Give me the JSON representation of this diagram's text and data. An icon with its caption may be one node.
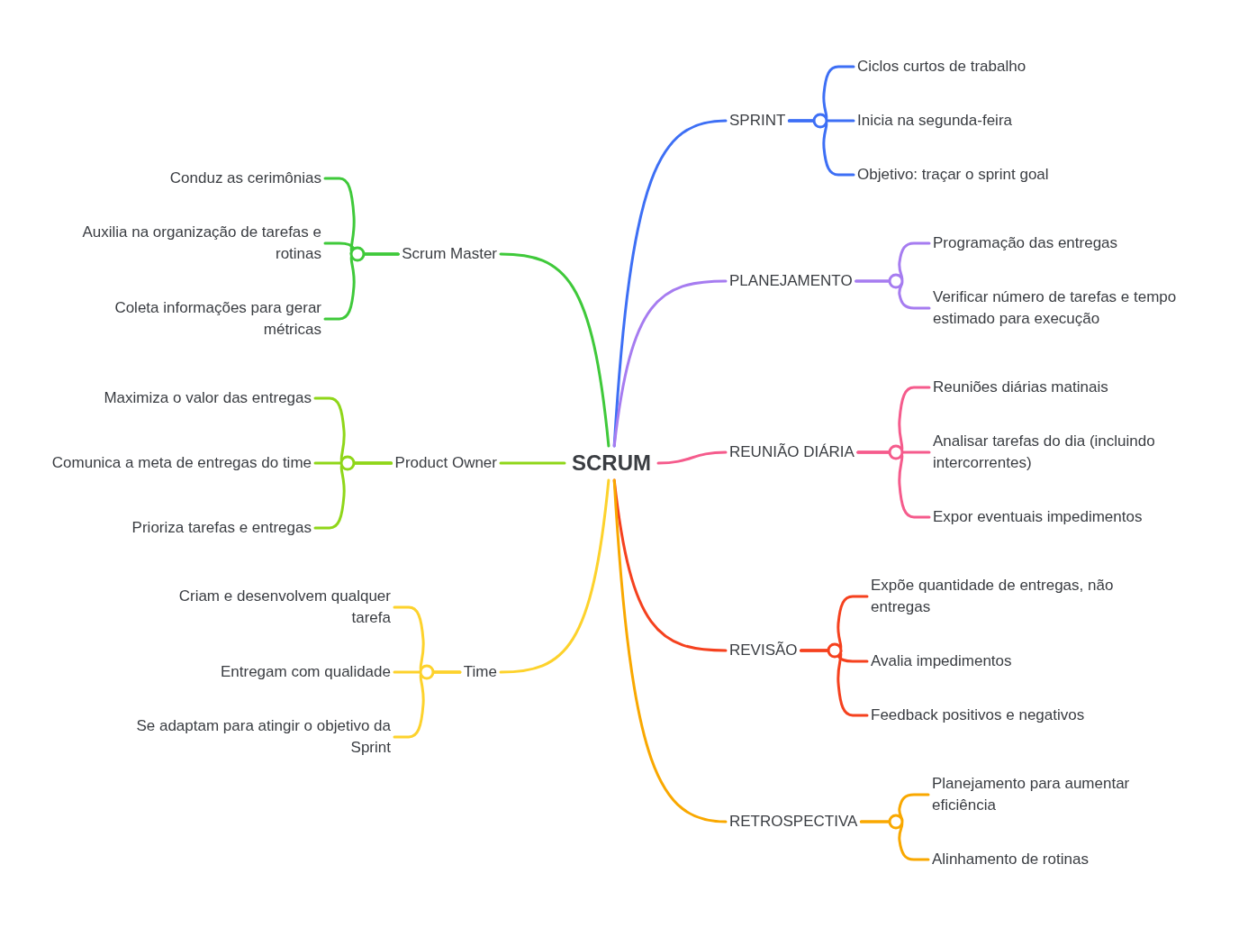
{
  "diagram": {
    "nodes": [
      {
        "text": [
          "SCRUM"
        ]
      },
      {
        "text": [
          "Scrum Master"
        ]
      },
      {
        "text": [
          "Conduz as cerimônias"
        ]
      },
      {
        "text": [
          "Auxilia na organização de tarefas e rotinas"
        ]
      },
      {
        "text": [
          "Coleta informações para gerar métricas"
        ]
      },
      {
        "text": [
          "Product Owner"
        ]
      },
      {
        "text": [
          "Maximiza o valor das entregas"
        ]
      },
      {
        "text": [
          "Comunica a meta de entregas do time"
        ]
      },
      {
        "text": [
          "Prioriza tarefas e entregas"
        ]
      },
      {
        "text": [
          "Time"
        ]
      },
      {
        "text": [
          "Criam e desenvolvem qualquer tarefa"
        ]
      },
      {
        "text": [
          "Entregam com qualidade"
        ]
      },
      {
        "text": [
          "Se adaptam para atingir o objetivo da Sprint"
        ]
      },
      {
        "text": [
          "SPRINT"
        ]
      },
      {
        "text": [
          "Ciclos curtos de trabalho"
        ]
      },
      {
        "text": [
          "Inicia na segunda-feira"
        ]
      },
      {
        "text": [
          "Objetivo: traçar o sprint goal"
        ]
      },
      {
        "text": [
          "PLANEJAMENTO"
        ]
      },
      {
        "text": [
          "Programação das entregas"
        ]
      },
      {
        "text": [
          "Verificar número de tarefas e tempo estimado para execução"
        ]
      },
      {
        "text": [
          "REUNIÃO DIÁRIA"
        ]
      },
      {
        "text": [
          "Reuniões diárias matinais"
        ]
      },
      {
        "text": [
          "Analisar tarefas do dia (incluindo intercorrentes)"
        ]
      },
      {
        "text": [
          "Expor eventuais impedimentos"
        ]
      },
      {
        "text": [
          "REVISÃO"
        ]
      },
      {
        "text": [
          "Expõe quantidade de entregas, não entregas"
        ]
      },
      {
        "text": [
          "Avalia impedimentos"
        ]
      },
      {
        "text": [
          "Feedback positivos e negativos"
        ]
      },
      {
        "text": [
          "RETROSPECTIVA"
        ]
      },
      {
        "text": [
          "Planejamento para aumentar eficiência"
        ]
      },
      {
        "text": [
          "Alinhamento de rotinas"
        ]
      }
    ],
    "edges": [
      {
        "from": 0,
        "to": 1,
        "arrow": "none",
        "color": "#3fc93a"
      },
      {
        "from": 1,
        "to": 2,
        "arrow": "none",
        "color": "#3fc93a"
      },
      {
        "from": 1,
        "to": 3,
        "arrow": "none",
        "color": "#3fc93a"
      },
      {
        "from": 1,
        "to": 4,
        "arrow": "none",
        "color": "#3fc93a"
      },
      {
        "from": 0,
        "to": 5,
        "arrow": "none",
        "color": "#8fd619"
      },
      {
        "from": 5,
        "to": 6,
        "arrow": "none",
        "color": "#8fd619"
      },
      {
        "from": 5,
        "to": 7,
        "arrow": "none",
        "color": "#8fd619"
      },
      {
        "from": 5,
        "to": 8,
        "arrow": "none",
        "color": "#8fd619"
      },
      {
        "from": 0,
        "to": 9,
        "arrow": "none",
        "color": "#fdd22c"
      },
      {
        "from": 9,
        "to": 10,
        "arrow": "none",
        "color": "#fdd22c"
      },
      {
        "from": 9,
        "to": 11,
        "arrow": "none",
        "color": "#fdd22c"
      },
      {
        "from": 9,
        "to": 12,
        "arrow": "none",
        "color": "#fdd22c"
      },
      {
        "from": 0,
        "to": 13,
        "arrow": "none",
        "color": "#3d6ff5"
      },
      {
        "from": 13,
        "to": 14,
        "arrow": "none",
        "color": "#3d6ff5"
      },
      {
        "from": 13,
        "to": 15,
        "arrow": "none",
        "color": "#3d6ff5"
      },
      {
        "from": 13,
        "to": 16,
        "arrow": "none",
        "color": "#3d6ff5"
      },
      {
        "from": 0,
        "to": 17,
        "arrow": "none",
        "color": "#a67cf0"
      },
      {
        "from": 17,
        "to": 18,
        "arrow": "none",
        "color": "#a67cf0"
      },
      {
        "from": 17,
        "to": 19,
        "arrow": "none",
        "color": "#a67cf0"
      },
      {
        "from": 0,
        "to": 20,
        "arrow": "none",
        "color": "#f55b8c"
      },
      {
        "from": 20,
        "to": 21,
        "arrow": "none",
        "color": "#f55b8c"
      },
      {
        "from": 20,
        "to": 22,
        "arrow": "none",
        "color": "#f55b8c"
      },
      {
        "from": 20,
        "to": 23,
        "arrow": "none",
        "color": "#f55b8c"
      },
      {
        "from": 0,
        "to": 24,
        "arrow": "none",
        "color": "#f5411e"
      },
      {
        "from": 24,
        "to": 25,
        "arrow": "none",
        "color": "#f5411e"
      },
      {
        "from": 24,
        "to": 26,
        "arrow": "none",
        "color": "#f5411e"
      },
      {
        "from": 24,
        "to": 27,
        "arrow": "none",
        "color": "#f5411e"
      },
      {
        "from": 0,
        "to": 28,
        "arrow": "none",
        "color": "#f9a800"
      },
      {
        "from": 28,
        "to": 29,
        "arrow": "none",
        "color": "#f9a800"
      },
      {
        "from": 28,
        "to": 30,
        "arrow": "none",
        "color": "#f9a800"
      }
    ]
  }
}
